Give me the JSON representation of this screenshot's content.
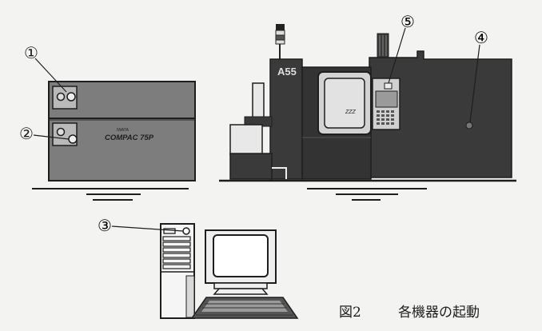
{
  "callouts": {
    "c1": "①",
    "c2": "②",
    "c3": "③",
    "c4": "④",
    "c5": "⑤"
  },
  "compressor": {
    "brand_small": "IWATA",
    "model": "COMPAC 75P"
  },
  "machine": {
    "badge": "A55",
    "panel_mark": "ZZZ"
  },
  "caption": {
    "figure": "図2",
    "title": "各機器の起動"
  },
  "colors": {
    "paper": "#f3f3f1",
    "ink": "#1e1e1e",
    "compressor_fill": "#7d7d7d",
    "machine_fill": "#3a3a3a",
    "light_panel": "#cfcfcf"
  }
}
